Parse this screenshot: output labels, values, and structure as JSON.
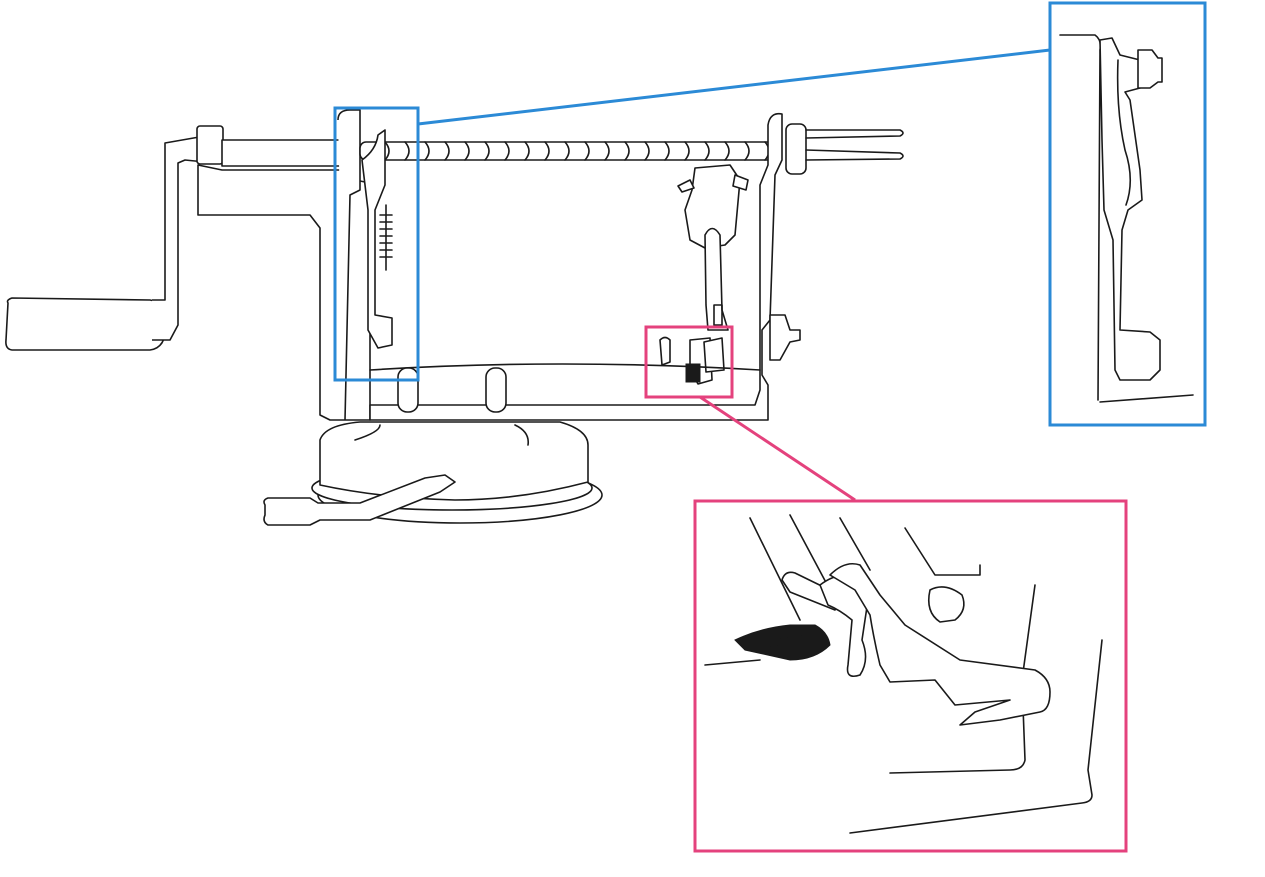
{
  "figure": {
    "subject": "apple-peeler-corer",
    "callouts": [
      {
        "id": "peeler-arm-detail",
        "color": "#2b8ad6"
      },
      {
        "id": "blade-holder-detail",
        "color": "#e4427d"
      }
    ]
  },
  "colors": {
    "line": "#1a1a1a",
    "background": "#ffffff",
    "callout_blue": "#2b8ad6",
    "callout_pink": "#e4427d"
  }
}
